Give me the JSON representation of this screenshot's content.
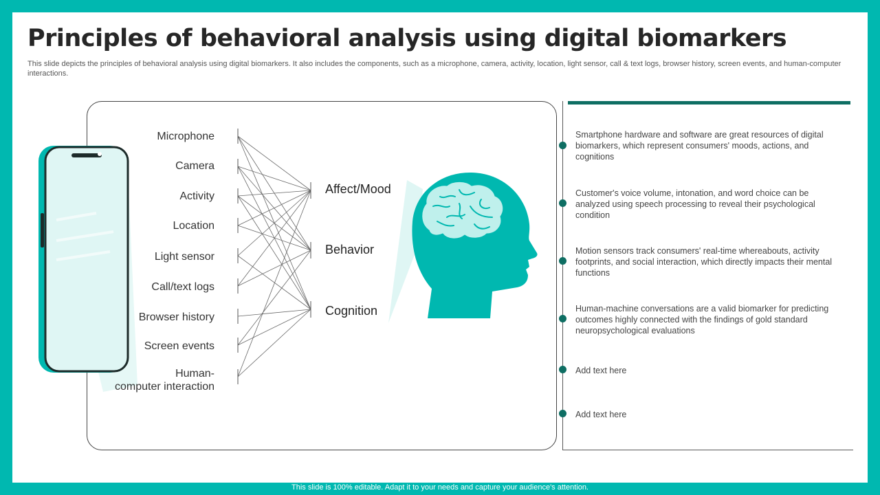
{
  "slide": {
    "title": "Principles of behavioral analysis using digital biomarkers",
    "subtitle": "This slide depicts the principles of behavioral analysis using digital biomarkers. It also includes the components, such as a microphone, camera, activity, location, light sensor, call & text logs, browser history, screen events, and human-computer interactions.",
    "footer": "This slide is 100% editable. Adapt it to your needs and capture your audience's attention."
  },
  "diagram": {
    "inputs": [
      {
        "label": "Microphone"
      },
      {
        "label": "Camera"
      },
      {
        "label": "Activity"
      },
      {
        "label": "Location"
      },
      {
        "label": "Light sensor"
      },
      {
        "label": "Call/text logs"
      },
      {
        "label": "Browser history"
      },
      {
        "label": "Screen events"
      },
      {
        "label": "Human-\ncomputer interaction"
      }
    ],
    "outputs": [
      {
        "label": "Affect/Mood"
      },
      {
        "label": "Behavior"
      },
      {
        "label": "Cognition"
      }
    ],
    "connections": [
      [
        0,
        0
      ],
      [
        0,
        1
      ],
      [
        0,
        2
      ],
      [
        1,
        0
      ],
      [
        1,
        1
      ],
      [
        1,
        2
      ],
      [
        2,
        0
      ],
      [
        2,
        1
      ],
      [
        2,
        2
      ],
      [
        3,
        0
      ],
      [
        3,
        1
      ],
      [
        4,
        0
      ],
      [
        4,
        2
      ],
      [
        5,
        0
      ],
      [
        5,
        1
      ],
      [
        6,
        2
      ],
      [
        7,
        1
      ],
      [
        7,
        2
      ],
      [
        8,
        0
      ],
      [
        8,
        2
      ]
    ]
  },
  "bullets": [
    {
      "text": "Smartphone hardware and software are great resources of digital biomarkers, which represent consumers' moods, actions, and cognitions"
    },
    {
      "text": "Customer's voice volume, intonation, and word choice can be analyzed using speech processing to reveal their psychological condition"
    },
    {
      "text": "Motion sensors track consumers' real-time whereabouts, activity footprints, and social interaction, which directly impacts their mental functions"
    },
    {
      "text": "Human-machine conversations are a valid biomarker for predicting outcomes highly connected with the findings of gold standard neuropsychological evaluations"
    },
    {
      "text": "Add text here"
    },
    {
      "text": "Add text here"
    }
  ],
  "colors": {
    "teal": "#00b8b0",
    "dark_teal": "#0e6e63",
    "light_teal": "#bff0ec"
  },
  "icons": [
    "smartphone-icon",
    "head-brain-icon"
  ]
}
